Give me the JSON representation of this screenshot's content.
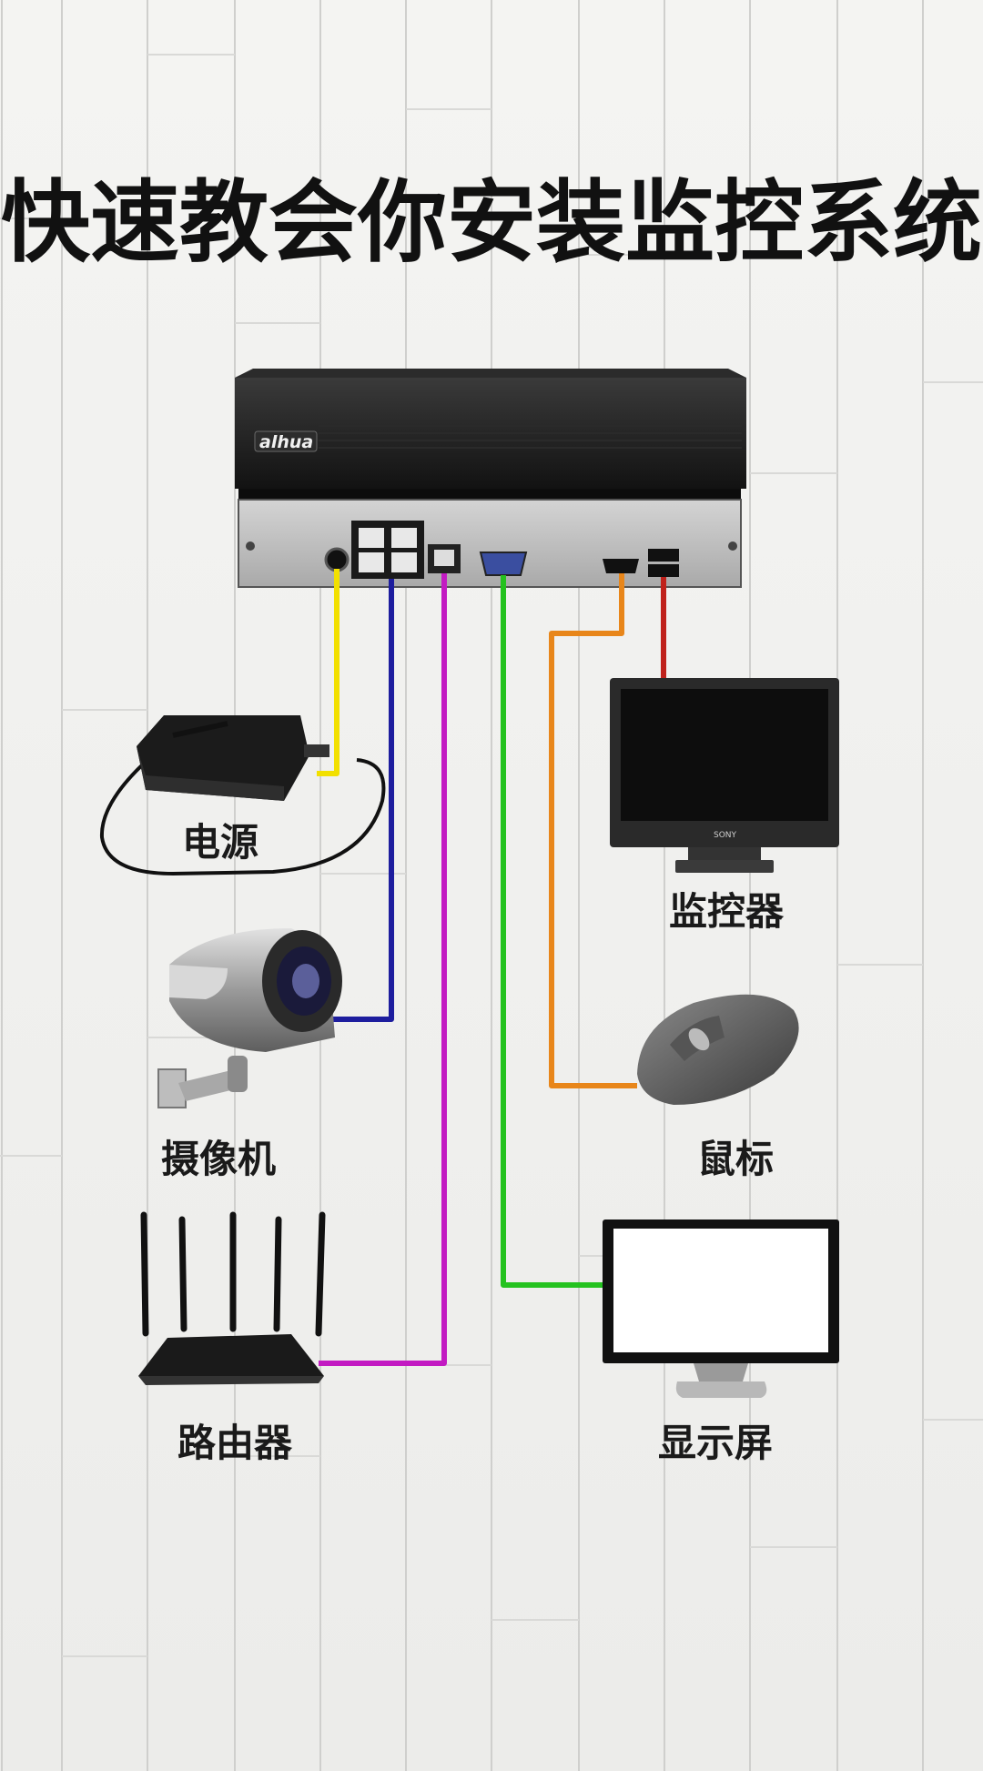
{
  "title": "快速教会你安装监控系统",
  "nvr": {
    "brand": "alhua"
  },
  "devices": {
    "power": "电源",
    "camera": "摄像机",
    "router": "路由器",
    "monitor": "监控器",
    "mouse": "鼠标",
    "display": "显示屏"
  },
  "colors": {
    "power_cable": "#f2e000",
    "camera_cable": "#1d1d9e",
    "router_cable": "#c21ac2",
    "display_cable": "#24c21f",
    "mouse_cable": "#e8861a",
    "monitor_cable": "#c0221c"
  }
}
